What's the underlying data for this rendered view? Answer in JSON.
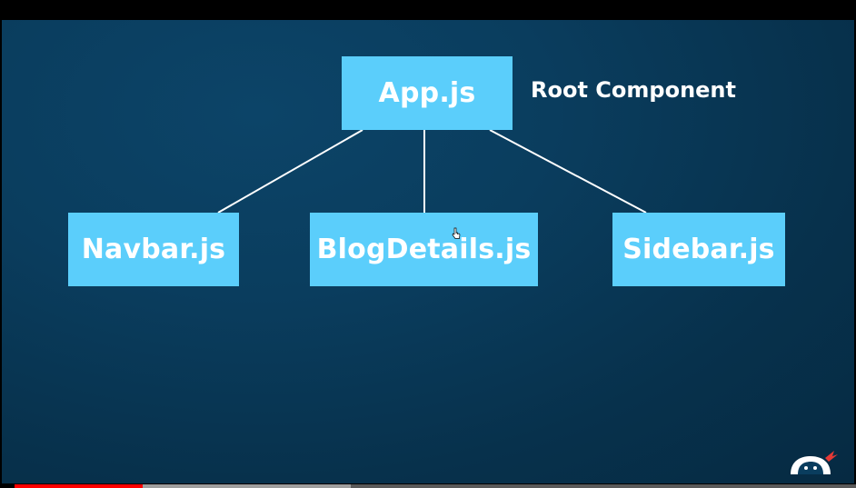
{
  "diagram": {
    "root": {
      "label": "App.js",
      "annotation": "Root Component"
    },
    "children": [
      {
        "label": "Navbar.js"
      },
      {
        "label": "BlogDetails.js"
      },
      {
        "label": "Sidebar.js"
      }
    ]
  },
  "colors": {
    "background": "#0a3d5e",
    "node_fill": "#5bcefb",
    "node_text": "#ffffff",
    "connector": "#ffffff",
    "progress_played": "#ff0000"
  },
  "video": {
    "progress_fraction": 0.152,
    "buffered_fraction": 0.4
  },
  "icons": {
    "cursor": "pointer-cursor-icon",
    "logo": "channel-logo-icon"
  }
}
